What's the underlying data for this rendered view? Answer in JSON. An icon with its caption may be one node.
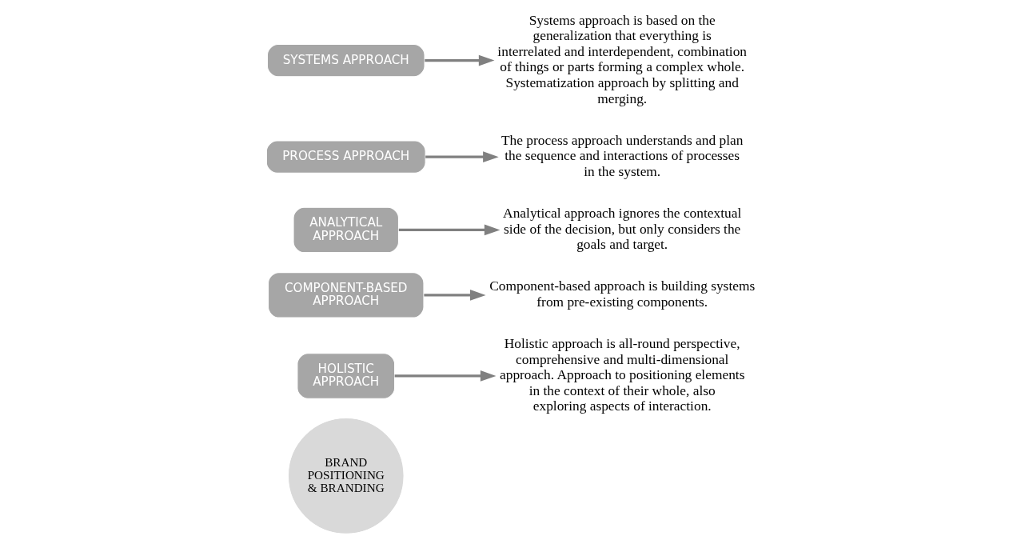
{
  "diagram": {
    "nodes": [
      {
        "text": [
          "BRAND POSITIONING & BRANDING"
        ]
      },
      {
        "text": [
          "HOLISTIC APPROACH"
        ]
      },
      {
        "text": [
          "Holistic approach is all-round perspective, comprehensive and multi-dimensional approach. Approach to positioning elements in the context of their whole, also exploring aspects of interaction."
        ]
      },
      {
        "text": [
          "COMPONENT-BASED APPROACH"
        ]
      },
      {
        "text": [
          "Component-based approach is building systems from pre-existing components."
        ]
      },
      {
        "text": [
          "ANALYTICAL APPROACH"
        ]
      },
      {
        "text": [
          "Analytical approach ignores the contextual side of the decision, but only considers the goals and target."
        ]
      },
      {
        "text": [
          "PROCESS APPROACH"
        ]
      },
      {
        "text": [
          "The process approach understands and plan the sequence and interactions of processes in the system."
        ]
      },
      {
        "text": [
          "SYSTEMS APPROACH"
        ]
      },
      {
        "text": [
          "Systems approach is based on the generalization that everything is interrelated and interdependent, combination of things or parts forming a complex whole. Systematization approach by splitting and merging."
        ]
      }
    ],
    "edges": [
      {
        "from": 1,
        "to": 2,
        "arrow": "to"
      },
      {
        "from": 3,
        "to": 4,
        "arrow": "to"
      },
      {
        "from": 5,
        "to": 6,
        "arrow": "to"
      },
      {
        "from": 7,
        "to": 8,
        "arrow": "to"
      },
      {
        "from": 9,
        "to": 10,
        "arrow": "to"
      }
    ]
  }
}
